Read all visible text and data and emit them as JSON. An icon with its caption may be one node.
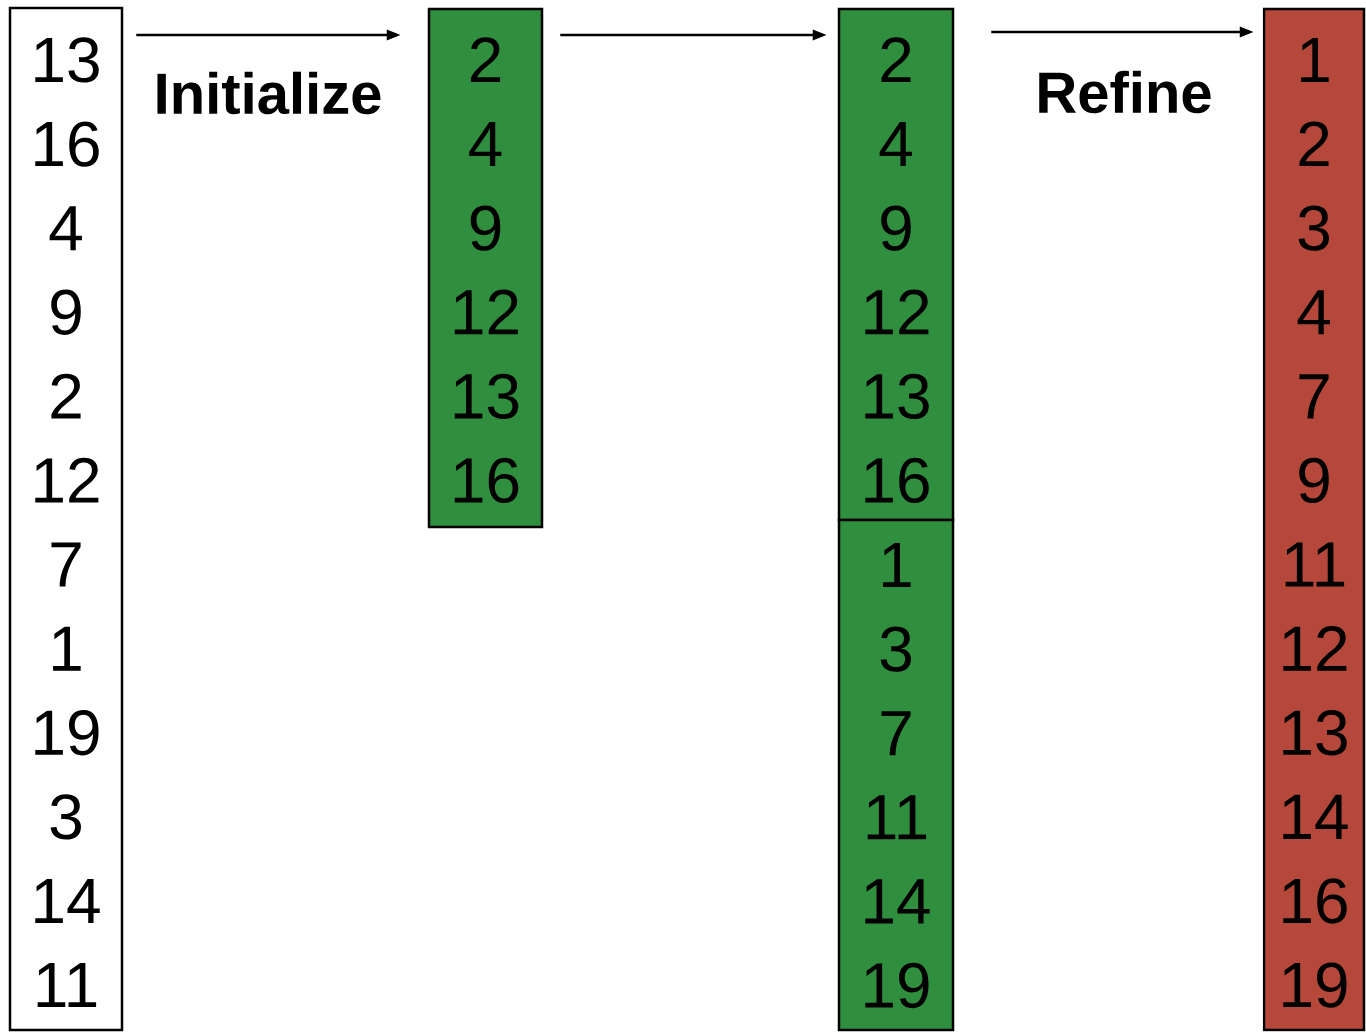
{
  "diagram": {
    "nodes": [
      {
        "text": [
          "13",
          "16",
          "4",
          "9",
          "2",
          "12",
          "7",
          "1",
          "19",
          "3",
          "14",
          "11"
        ]
      },
      {
        "text": [
          "2",
          "4",
          "9",
          "12",
          "13",
          "16"
        ]
      },
      {
        "text": [
          "2",
          "4",
          "9",
          "12",
          "13",
          "16"
        ]
      },
      {
        "text": [
          "1",
          "3",
          "7",
          "11",
          "14",
          "19"
        ]
      },
      {
        "text": [
          "1",
          "2",
          "3",
          "4",
          "7",
          "9",
          "11",
          "12",
          "13",
          "14",
          "16",
          "19"
        ]
      }
    ],
    "edges": [
      {
        "from": 0,
        "to": 1,
        "arrow": "to",
        "label": "Initialize"
      },
      {
        "from": 1,
        "to": 2,
        "arrow": "to"
      },
      {
        "from": 2,
        "to": 4,
        "arrow": "to",
        "label": "Refine"
      }
    ]
  }
}
